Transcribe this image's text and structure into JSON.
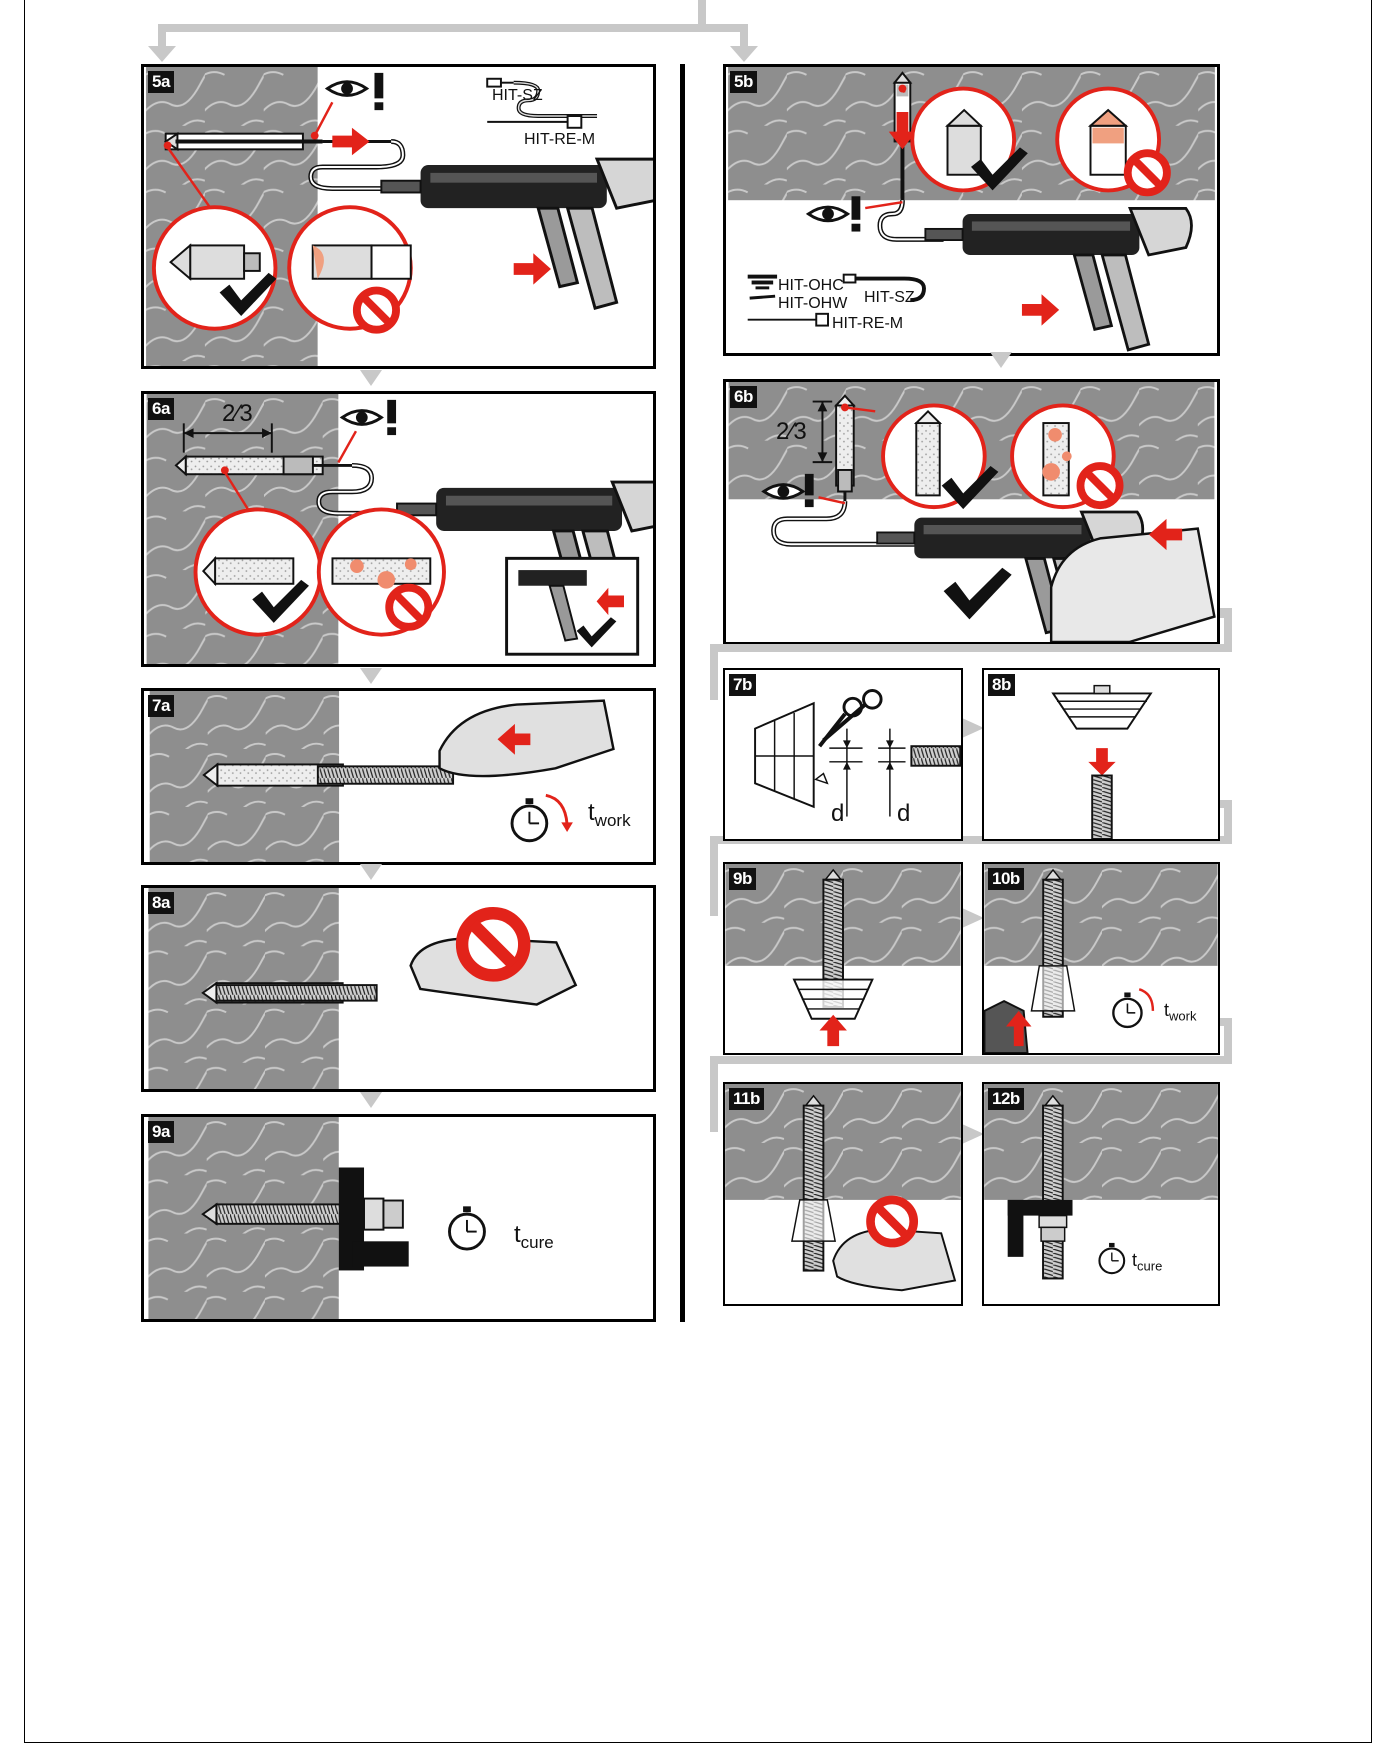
{
  "panels": {
    "p5a": {
      "step": "5a",
      "labels": {
        "mixer_ext": "HIT-SZ",
        "mixer": "HIT-RE-M"
      }
    },
    "p5b": {
      "step": "5b",
      "labels": {
        "piston_ohc": "HIT-OHC",
        "piston_ohw": "HIT-OHW",
        "mixer_ext": "HIT-SZ",
        "mixer": "HIT-RE-M"
      }
    },
    "p6a": {
      "step": "6a",
      "labels": {
        "fraction": "2⁄3"
      }
    },
    "p6b": {
      "step": "6b",
      "labels": {
        "fraction": "2⁄3"
      }
    },
    "p7a": {
      "step": "7a",
      "labels": {
        "t": "t",
        "sub": "work"
      }
    },
    "p7b": {
      "step": "7b",
      "labels": {
        "d1": "d",
        "d2": "d"
      }
    },
    "p8a": {
      "step": "8a"
    },
    "p8b": {
      "step": "8b"
    },
    "p9a": {
      "step": "9a",
      "labels": {
        "t": "t",
        "sub": "cure"
      }
    },
    "p9b": {
      "step": "9b"
    },
    "p10b": {
      "step": "10b",
      "labels": {
        "t": "t",
        "sub": "work"
      }
    },
    "p11b": {
      "step": "11b"
    },
    "p12b": {
      "step": "12b",
      "labels": {
        "t": "t",
        "sub": "cure"
      }
    }
  },
  "colors": {
    "accent": "#e2231a",
    "concrete": "#8c8c8c",
    "connector": "#c8c8c8"
  },
  "icons": [
    "eye-icon",
    "exclamation-icon",
    "check-icon",
    "prohibited-icon",
    "stopwatch-icon",
    "scissors-icon",
    "arrow-icon"
  ]
}
